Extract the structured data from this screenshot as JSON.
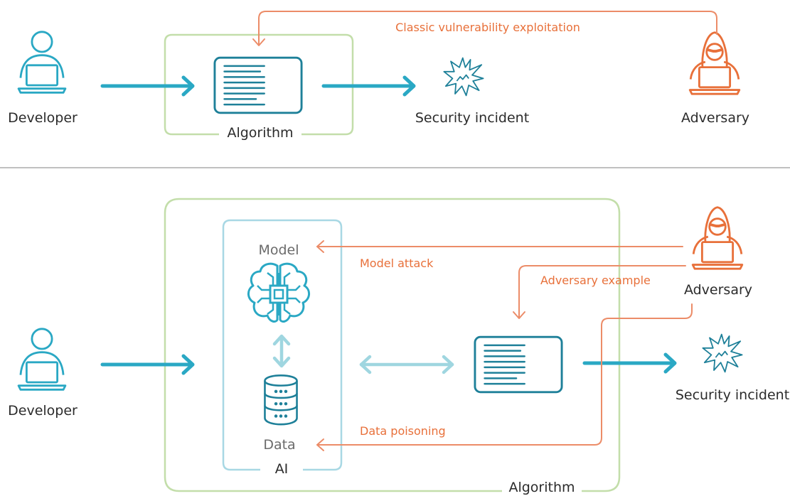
{
  "top_scenario": {
    "developer_label": "Developer",
    "algorithm_label": "Algorithm",
    "incident_label": "Security incident",
    "adversary_label": "Adversary",
    "attack_label": "Classic vulnerability exploitation"
  },
  "bottom_scenario": {
    "developer_label": "Developer",
    "model_label": "Model",
    "data_label": "Data",
    "ai_label": "AI",
    "algorithm_label": "Algorithm",
    "adversary_label": "Adversary",
    "incident_label": "Security incident",
    "attacks": {
      "model_attack": "Model attack",
      "adversary_example": "Adversary example",
      "data_poisoning": "Data poisoning"
    }
  },
  "colors": {
    "teal": "#2aa8c4",
    "teal_dark": "#1e8099",
    "teal_light": "#9fd6e0",
    "green_box": "#c3deaa",
    "ai_box": "#a8d8e4",
    "orange": "#e8703a",
    "orange_line": "#ec8c68",
    "divider": "#9a9a9a"
  }
}
